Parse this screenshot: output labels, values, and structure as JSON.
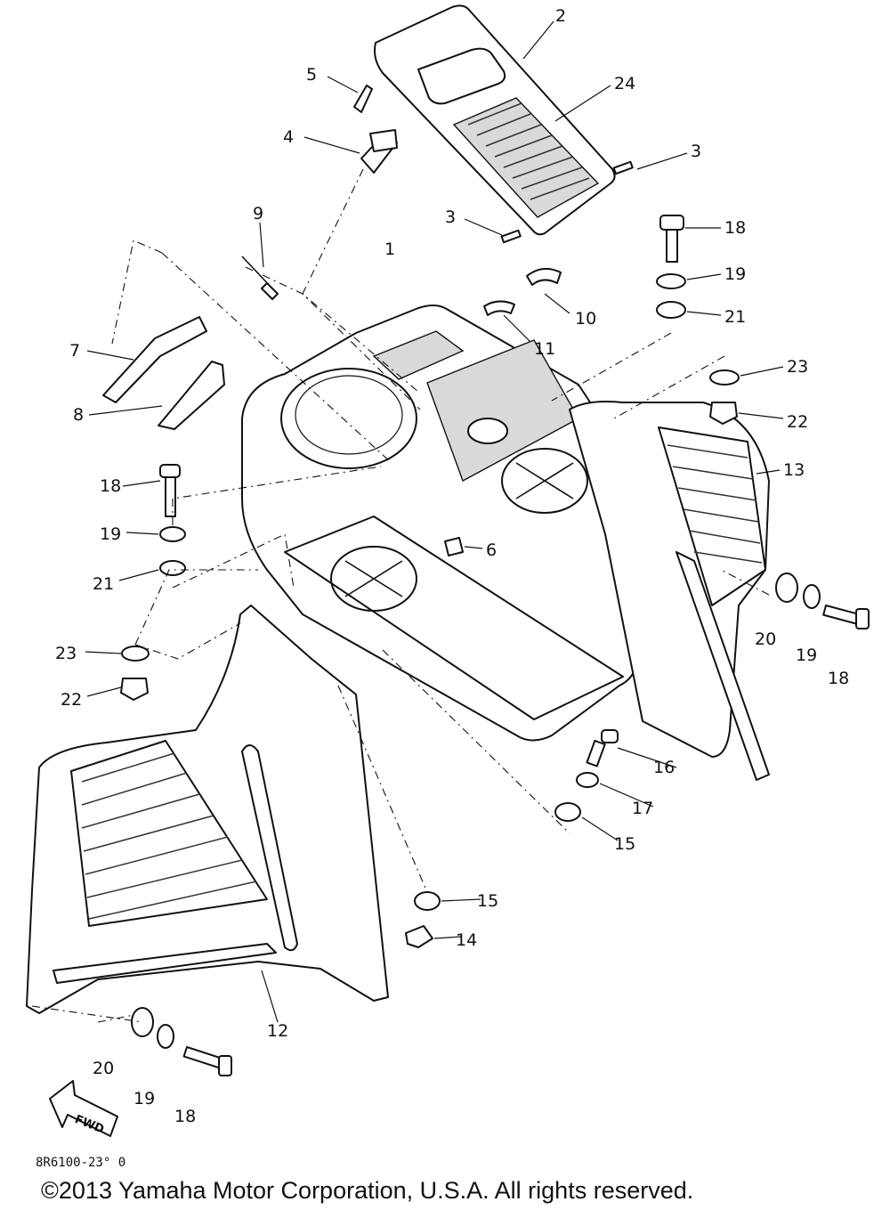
{
  "callouts": [
    "1",
    "2",
    "3",
    "3",
    "4",
    "5",
    "6",
    "7",
    "8",
    "9",
    "10",
    "11",
    "12",
    "13",
    "14",
    "15",
    "15",
    "16",
    "17",
    "18",
    "18",
    "18",
    "18",
    "19",
    "19",
    "19",
    "19",
    "20",
    "20",
    "21",
    "21",
    "22",
    "22",
    "23",
    "23",
    "24"
  ],
  "fwd_label": "FWD",
  "diagram_code": "8R6100-23° 0",
  "copyright": "©2013 Yamaha Motor Corporation, U.S.A. All rights reserved."
}
